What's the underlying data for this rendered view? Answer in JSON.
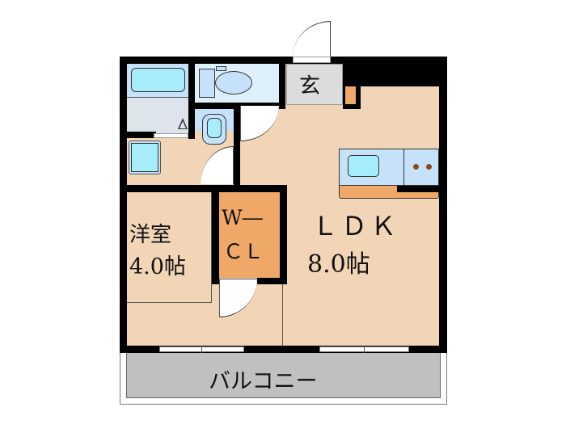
{
  "floorplan": {
    "rooms": {
      "entrance": {
        "label": "玄"
      },
      "western_room": {
        "name": "洋室",
        "size": "4.0帖"
      },
      "walk_in_closet": {
        "line1": "W―",
        "line2": "ＣＬ"
      },
      "ldk": {
        "name": "ＬＤＫ",
        "size": "8.0帖"
      },
      "balcony": {
        "label": "バルコニー"
      }
    },
    "fixtures": [
      "bathtub",
      "toilet",
      "wash-basin",
      "washing-machine-space",
      "kitchen-sink",
      "stove"
    ],
    "colors": {
      "wall": "#000000",
      "floor": "#f2d4b6",
      "wet_area": "#c6e2fa",
      "fixture": "#a6ecfb",
      "entrance": "#dcdcdc",
      "closet": "#f0a868",
      "balcony": "#c0c0c0",
      "counter": "#f0a868"
    }
  }
}
